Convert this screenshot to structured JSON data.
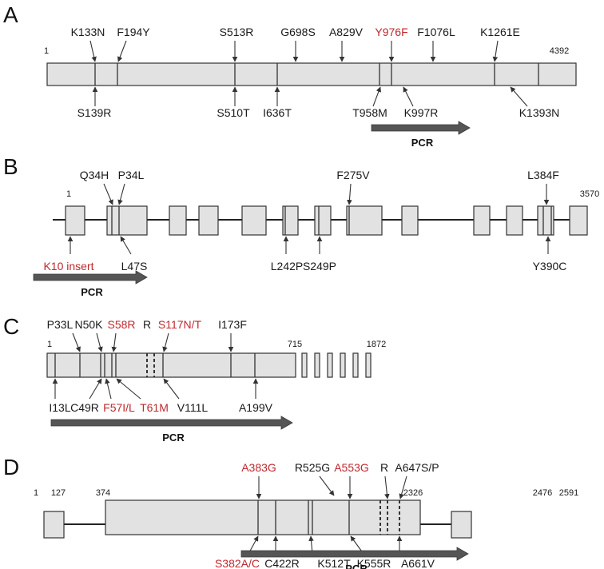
{
  "colors": {
    "box_fill": "#e2e2e2",
    "outline": "#333333",
    "text": "#1a1a1a",
    "highlight": "#c0282d",
    "pcr_arrow": "#555555"
  },
  "panels": [
    {
      "id": "A",
      "label": "A",
      "coords": [
        "1",
        "4392"
      ],
      "mutations_above": [
        {
          "text": "K133N",
          "red": false
        },
        {
          "text": "F194Y",
          "red": false
        },
        {
          "text": "S513R",
          "red": false
        },
        {
          "text": "G698S",
          "red": false
        },
        {
          "text": "A829V",
          "red": false
        },
        {
          "text": "Y976F",
          "red": true
        },
        {
          "text": "F1076L",
          "red": false
        },
        {
          "text": "K1261E",
          "red": false
        }
      ],
      "mutations_below": [
        {
          "text": "S139R",
          "red": false
        },
        {
          "text": "S510T",
          "red": false
        },
        {
          "text": "I636T",
          "red": false
        },
        {
          "text": "T958M",
          "red": false
        },
        {
          "text": "K997R",
          "red": false
        },
        {
          "text": "K1393N",
          "red": false
        }
      ],
      "pcr_label": "PCR"
    },
    {
      "id": "B",
      "label": "B",
      "coords": [
        "1",
        "3570"
      ],
      "mutations_above": [
        {
          "text": "Q34H",
          "red": false
        },
        {
          "text": "P34L",
          "red": false
        },
        {
          "text": "F275V",
          "red": false
        },
        {
          "text": "L384F",
          "red": false
        }
      ],
      "mutations_below": [
        {
          "text": "K10 insert",
          "red": true
        },
        {
          "text": "L47S",
          "red": false
        },
        {
          "text": "L242P",
          "red": false
        },
        {
          "text": "S249P",
          "red": false
        },
        {
          "text": "Y390C",
          "red": false
        }
      ],
      "pcr_label": "PCR"
    },
    {
      "id": "C",
      "label": "C",
      "coords": [
        "1",
        "715",
        "1872"
      ],
      "mutations_above": [
        {
          "text": "P33L",
          "red": false
        },
        {
          "text": "N50K",
          "red": false
        },
        {
          "text": "S58R",
          "red": true
        },
        {
          "text": "R",
          "red": false
        },
        {
          "text": "S117N/T",
          "red": true
        },
        {
          "text": "I173F",
          "red": false
        }
      ],
      "mutations_below": [
        {
          "text": "I13L",
          "red": false
        },
        {
          "text": "C49R",
          "red": false
        },
        {
          "text": "F57I/L",
          "red": true
        },
        {
          "text": "T61M",
          "red": true
        },
        {
          "text": "V111L",
          "red": false
        },
        {
          "text": "A199V",
          "red": false
        }
      ],
      "pcr_label": "PCR"
    },
    {
      "id": "D",
      "label": "D",
      "coords": [
        "1",
        "127",
        "374",
        "2326",
        "2476",
        "2591"
      ],
      "mutations_above": [
        {
          "text": "A383G",
          "red": true
        },
        {
          "text": "R525G",
          "red": false
        },
        {
          "text": "A553G",
          "red": true
        },
        {
          "text": "R",
          "red": false
        },
        {
          "text": "A647S/P",
          "red": false
        }
      ],
      "mutations_below": [
        {
          "text": "S382A/C",
          "red": true
        },
        {
          "text": "C422R",
          "red": false
        },
        {
          "text": "K512T",
          "red": false
        },
        {
          "text": "K555R",
          "red": false
        },
        {
          "text": "A661V",
          "red": false
        }
      ],
      "pcr_label": "PCR"
    }
  ]
}
